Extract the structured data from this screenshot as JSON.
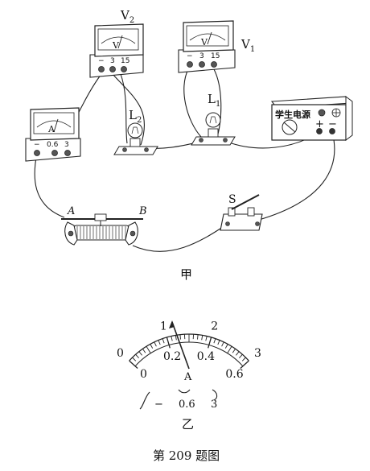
{
  "figure_a": {
    "caption": "甲",
    "voltmeter_v2": {
      "label_main": "V",
      "label_sub": "2",
      "face_symbol": "V",
      "terminals": [
        "−",
        "3",
        "15"
      ]
    },
    "voltmeter_v1": {
      "label_main": "V",
      "label_sub": "1",
      "face_symbol": "V",
      "terminals": [
        "−",
        "3",
        "15"
      ]
    },
    "ammeter": {
      "face_symbol": "A",
      "terminals": [
        "−",
        "0.6",
        "3"
      ]
    },
    "lamp_l2": {
      "label_main": "L",
      "label_sub": "2"
    },
    "lamp_l1": {
      "label_main": "L",
      "label_sub": "1"
    },
    "power_supply": {
      "title": "学生电源",
      "plus": "+",
      "minus": "−"
    },
    "rheostat": {
      "end_a": "A",
      "end_b": "B"
    },
    "switch": {
      "label": "S"
    }
  },
  "figure_b": {
    "caption": "乙",
    "upper_scale": [
      "0",
      "1",
      "2",
      "3"
    ],
    "lower_scale": [
      "0",
      "0.2",
      "0.4",
      "0.6"
    ],
    "unit": "A",
    "terminals": [
      "−",
      "0.6",
      "3"
    ]
  },
  "figure_title": "第 209 题图"
}
